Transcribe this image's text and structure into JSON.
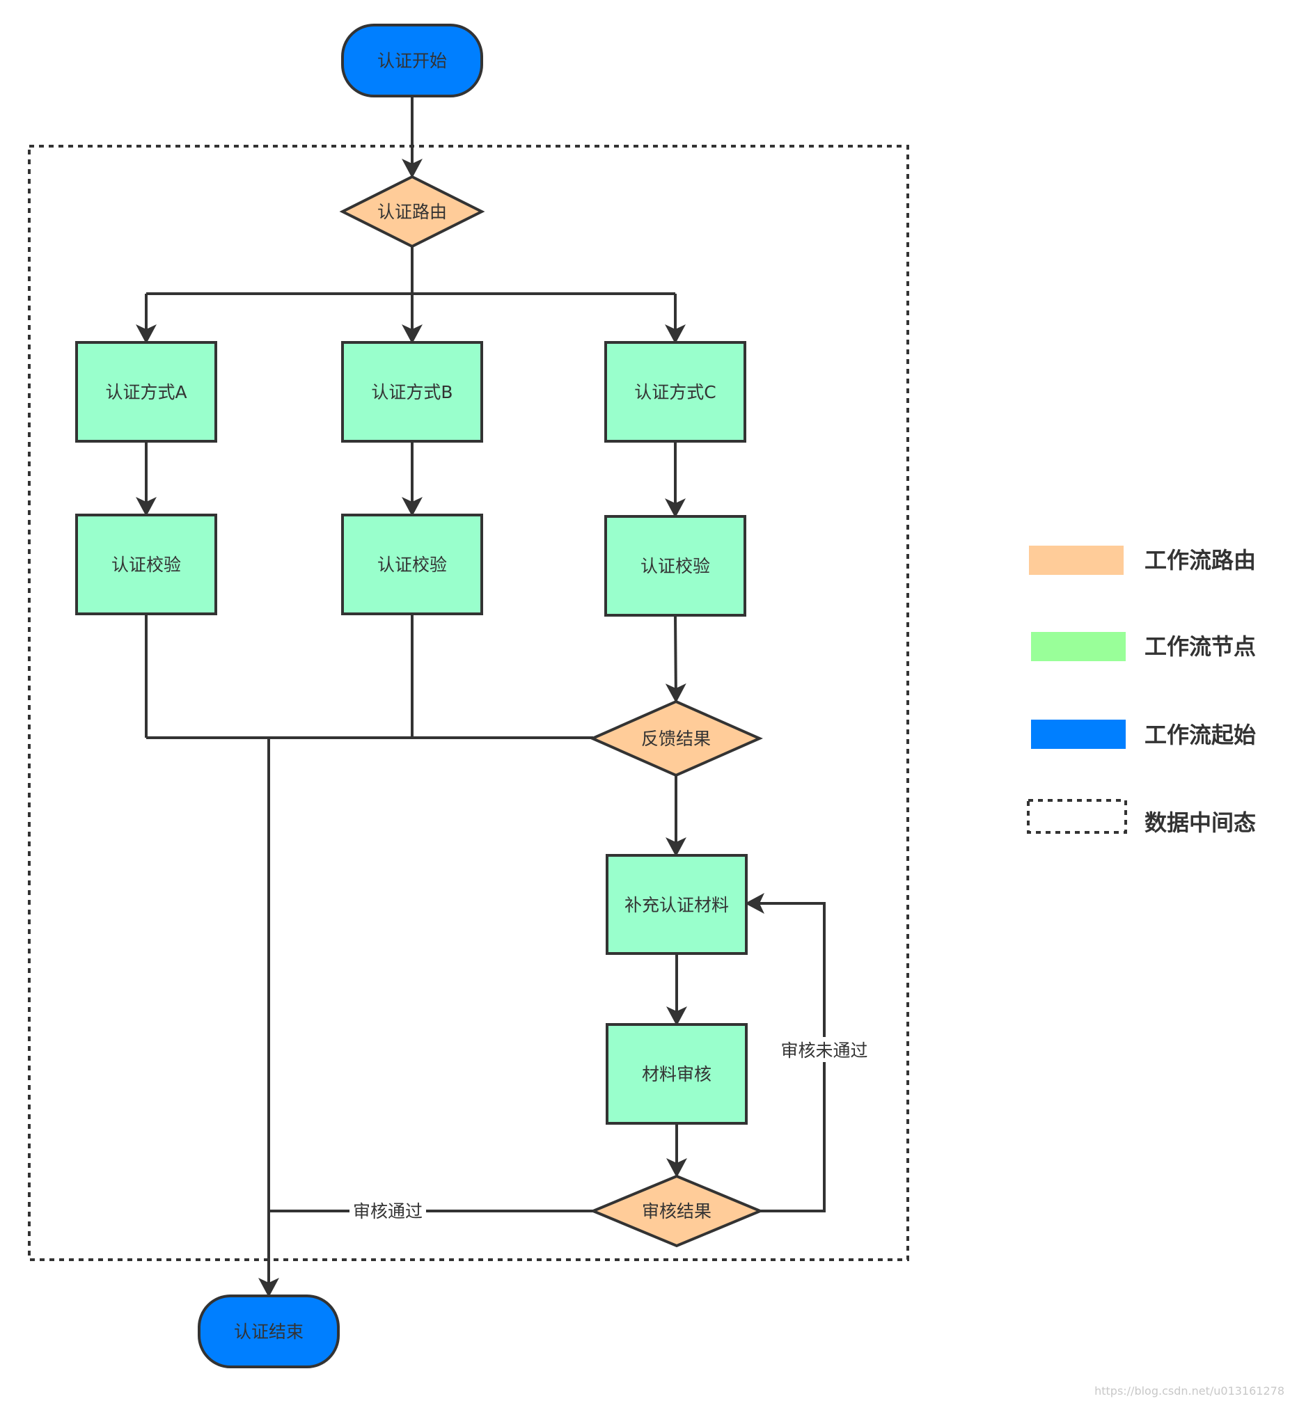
{
  "colors": {
    "routing": "#ffcc99",
    "node": "#99ffcc",
    "start": "#007fff",
    "legend_node": "#99ff99",
    "stroke": "#333333"
  },
  "nodes": {
    "start": "认证开始",
    "route": "认证路由",
    "method_a": "认证方式A",
    "method_b": "认证方式B",
    "method_c": "认证方式C",
    "verify_a": "认证校验",
    "verify_b": "认证校验",
    "verify_c": "认证校验",
    "feedback": "反馈结果",
    "supplement": "补充认证材料",
    "review": "材料审核",
    "review_result": "审核结果",
    "end": "认证结束"
  },
  "edge_labels": {
    "rejected": "审核未通过",
    "approved": "审核通过"
  },
  "legend": {
    "routing": "工作流路由",
    "node": "工作流节点",
    "start": "工作流起始",
    "data_state": "数据中间态"
  },
  "watermark": "https://blog.csdn.net/u013161278"
}
